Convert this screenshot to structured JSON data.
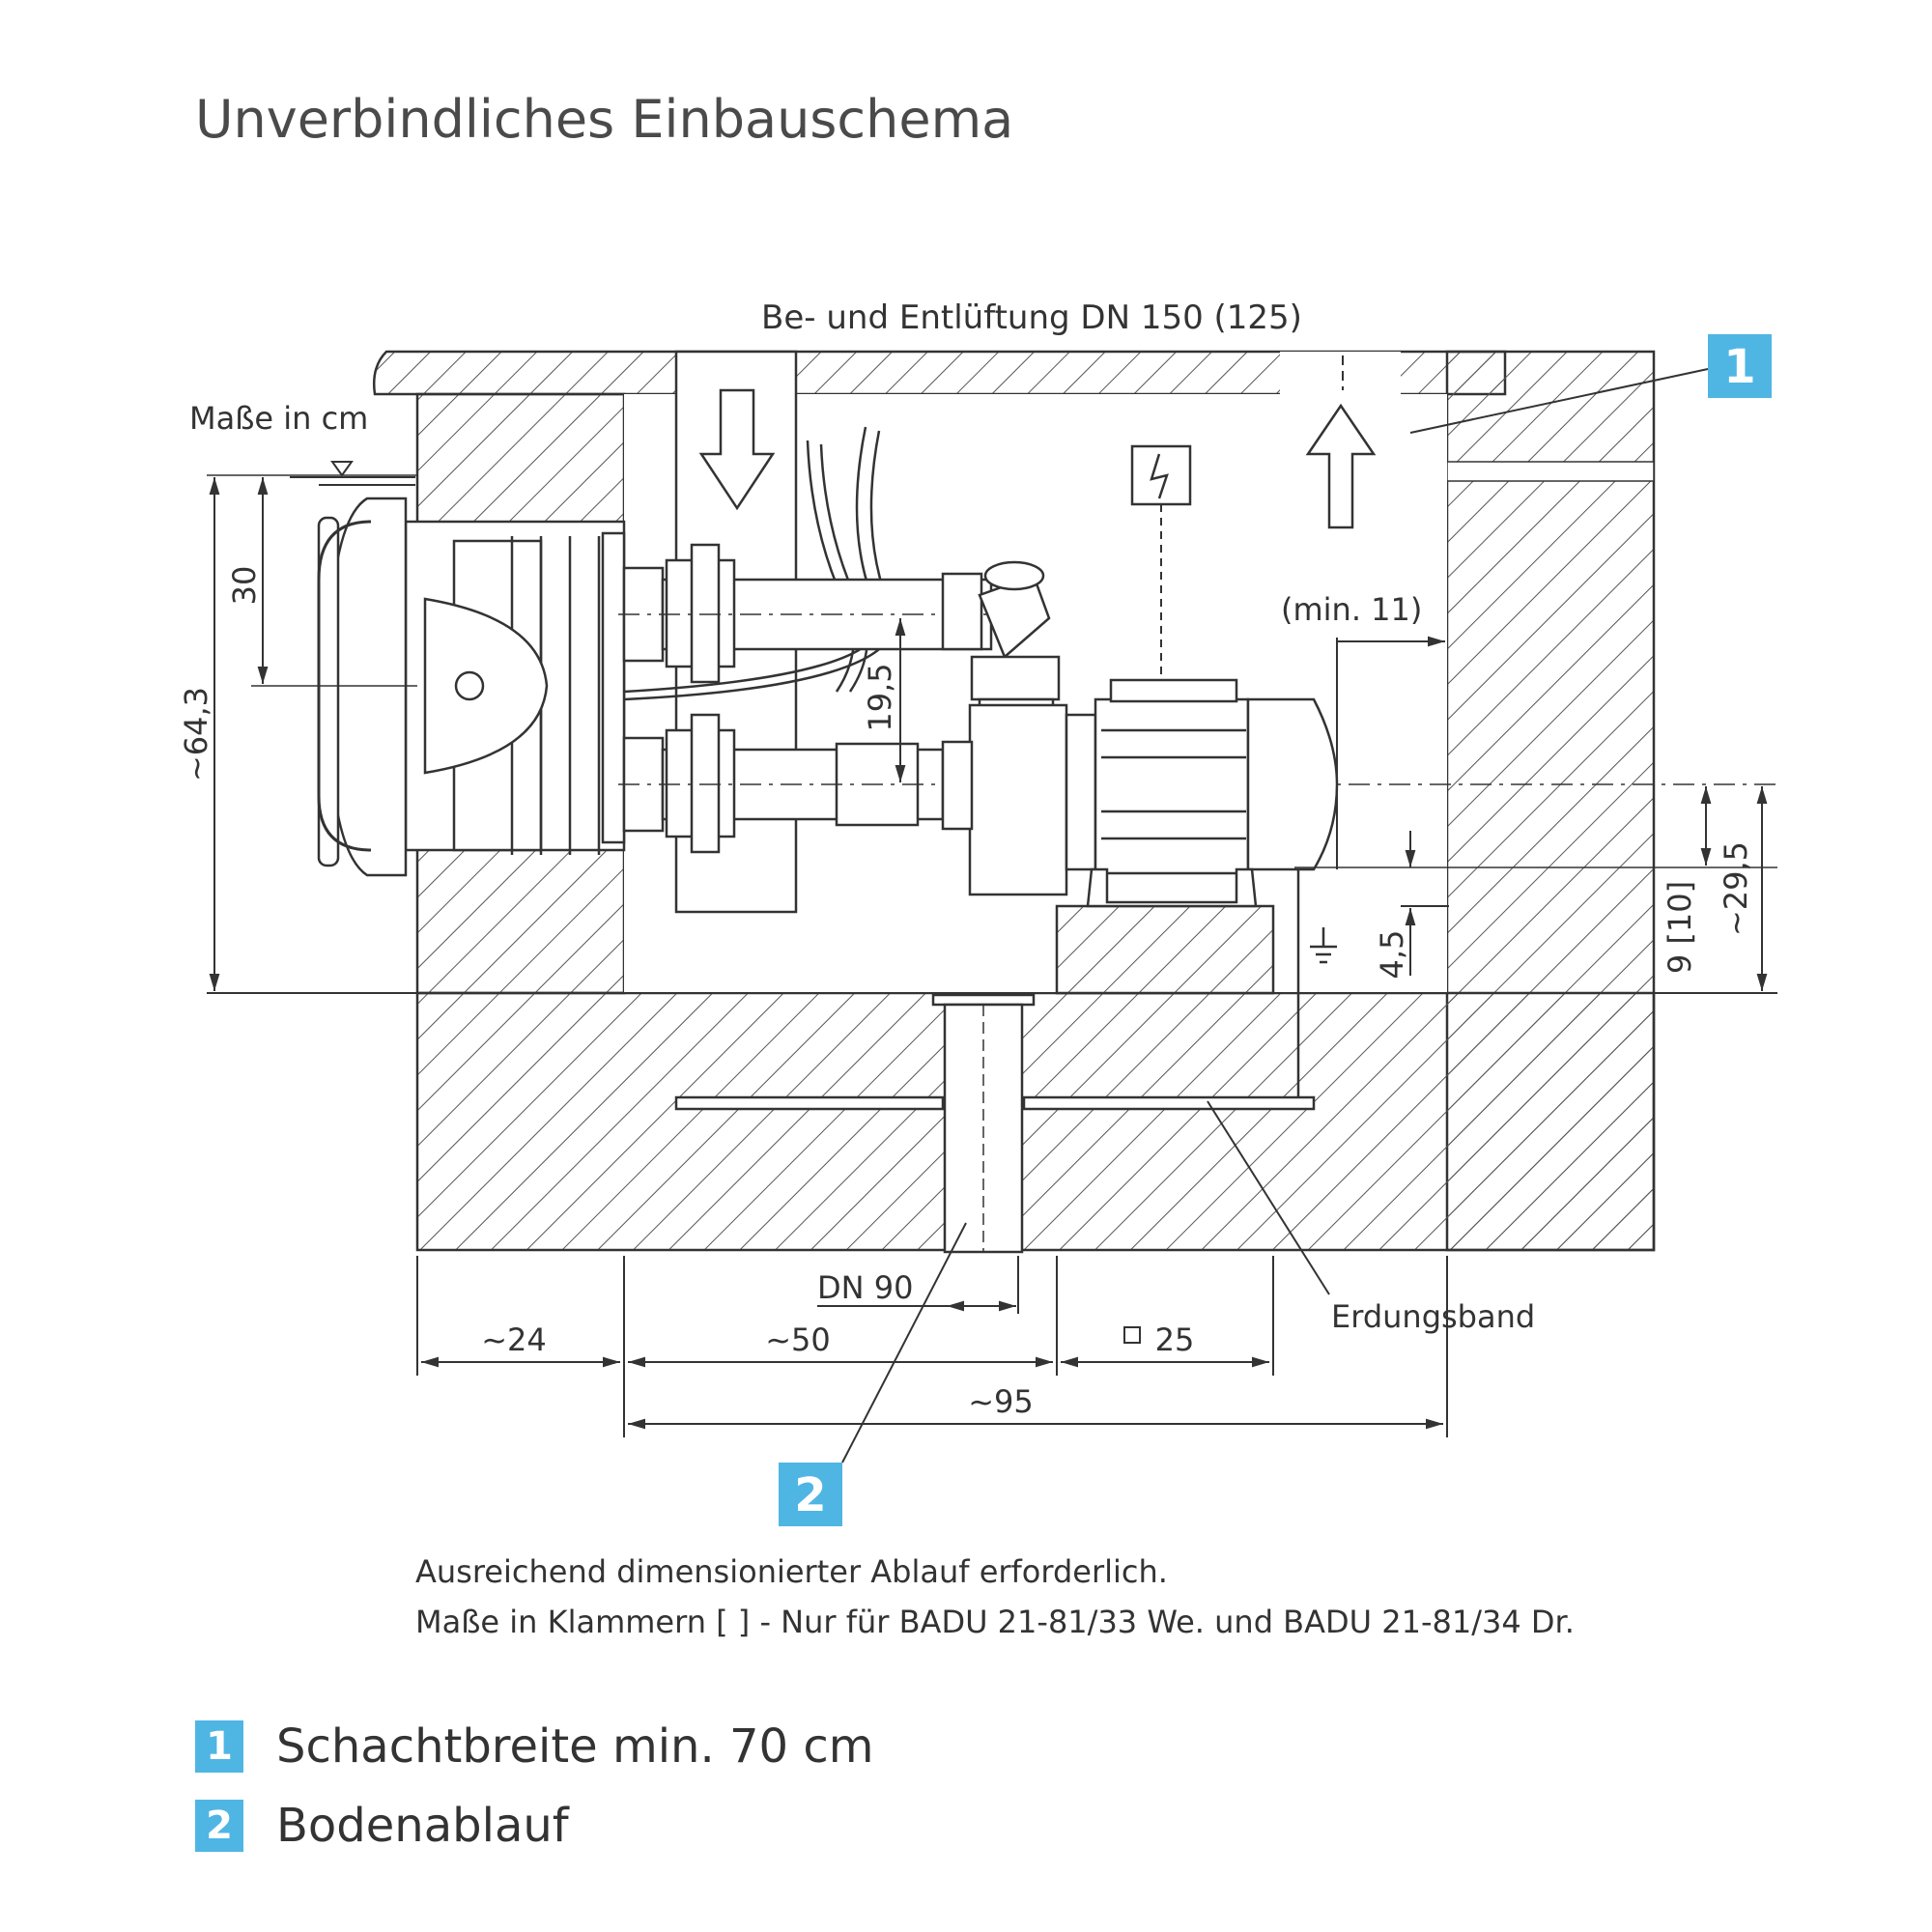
{
  "title": "Unverbindliches Einbauschema",
  "labels": {
    "ventilation": "Be- und Entlüftung DN 150 (125)",
    "units": "Maße in cm",
    "min11": "(min. 11)",
    "dn90": "DN 90",
    "erdungsband": "Erdungsband"
  },
  "dimensions": {
    "d30": "30",
    "d643": "~64,3",
    "d195": "19,5",
    "d45": "4,5",
    "d910": "9 [10]",
    "d295": "~29,5",
    "d24": "~24",
    "d50": "~50",
    "d25": "25",
    "d95": "~95"
  },
  "callouts": {
    "c1": "1",
    "c2": "2"
  },
  "notes": [
    "Ausreichend dimensionierter Ablauf erforderlich.",
    "Maße in Klammern [ ] - Nur für BADU 21-81/33 We. und BADU 21-81/34 Dr."
  ],
  "legend": [
    {
      "num": "1",
      "text": "Schachtbreite min. 70 cm"
    },
    {
      "num": "2",
      "text": "Bodenablauf"
    }
  ],
  "colors": {
    "accent": "#4fb6e4",
    "line": "#3a3a3a"
  }
}
